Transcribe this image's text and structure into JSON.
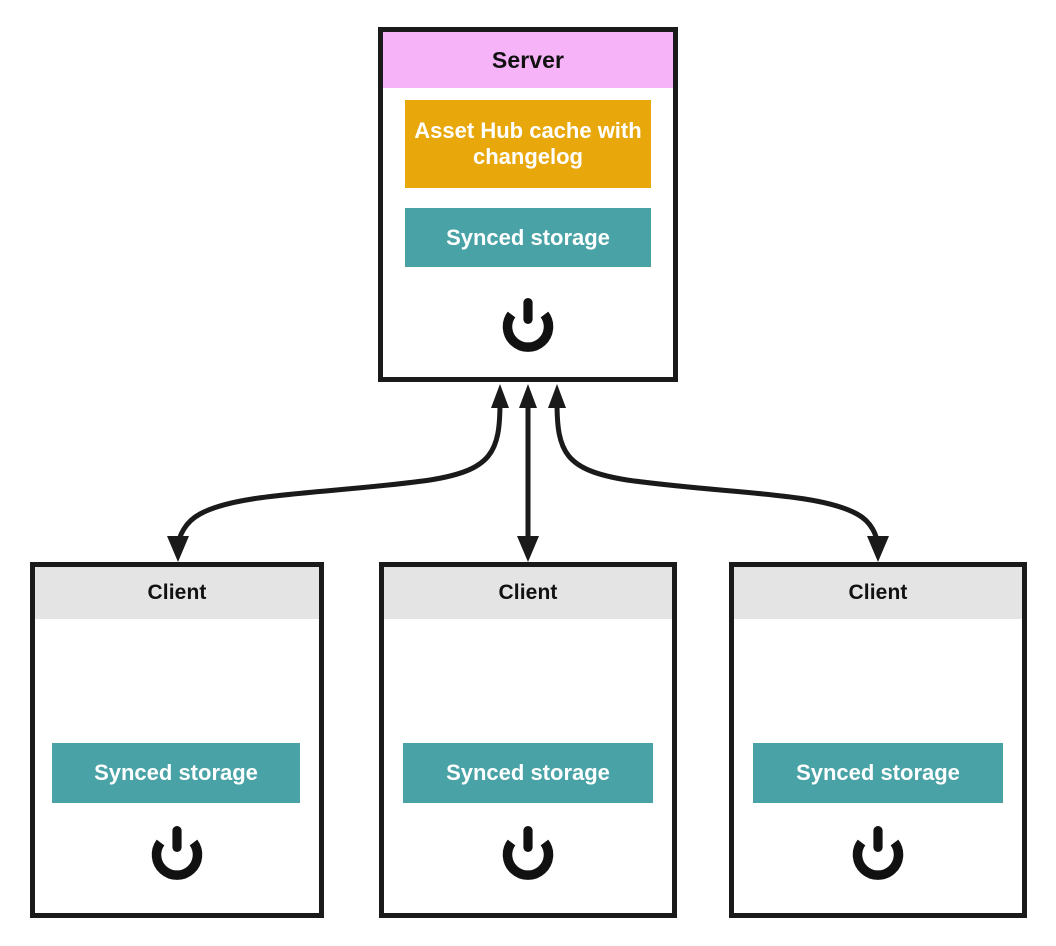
{
  "diagram": {
    "type": "architecture-diagram",
    "background_color": "#ffffff",
    "stroke_color": "#1a1a1a",
    "palette": {
      "server_title_bg": "#f7b3f7",
      "client_title_bg": "#e4e4e4",
      "cache_bg": "#e8a80c",
      "storage_bg": "#49a3a6",
      "component_text": "#ffffff",
      "title_text": "#111111"
    }
  },
  "server": {
    "title": "Server",
    "components": [
      {
        "label": "Asset Hub cache with changelog",
        "color": "#e8a80c",
        "name": "asset-hub-cache"
      },
      {
        "label": "Synced storage",
        "color": "#49a3a6",
        "name": "synced-storage"
      }
    ],
    "power_icon": "power-icon"
  },
  "clients": [
    {
      "title": "Client",
      "components": [
        {
          "label": "Synced storage",
          "color": "#49a3a6",
          "name": "synced-storage"
        }
      ],
      "power_icon": "power-icon"
    },
    {
      "title": "Client",
      "components": [
        {
          "label": "Synced storage",
          "color": "#49a3a6",
          "name": "synced-storage"
        }
      ],
      "power_icon": "power-icon"
    },
    {
      "title": "Client",
      "components": [
        {
          "label": "Synced storage",
          "color": "#49a3a6",
          "name": "synced-storage"
        }
      ],
      "power_icon": "power-icon"
    }
  ],
  "connections": [
    {
      "from": "server",
      "to": "client-1",
      "style": "curved",
      "arrowheads": "both"
    },
    {
      "from": "server",
      "to": "client-2",
      "style": "straight",
      "arrowheads": "both"
    },
    {
      "from": "server",
      "to": "client-3",
      "style": "curved",
      "arrowheads": "both"
    }
  ]
}
